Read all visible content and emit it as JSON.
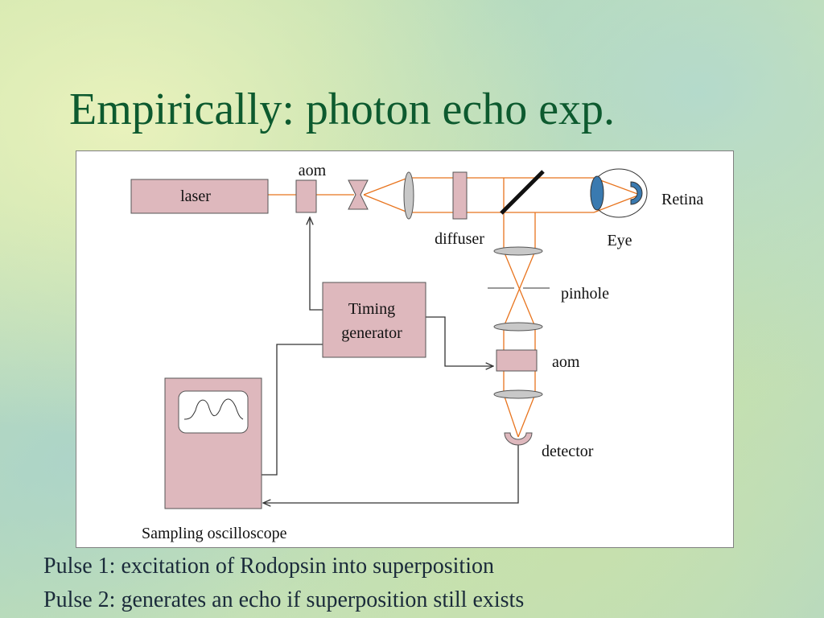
{
  "slide": {
    "title": "Empirically: photon echo exp.",
    "bullets": [
      "Pulse 1: excitation of Rodopsin into superposition",
      "Pulse 2: generates an echo if superposition still exists"
    ]
  },
  "diagram": {
    "labels": {
      "laser": "laser",
      "aom_top": "aom",
      "diffuser": "diffuser",
      "retina": "Retina",
      "eye": "Eye",
      "pinhole": "pinhole",
      "timing_generator_line1": "Timing",
      "timing_generator_line2": "generator",
      "aom_bottom": "aom",
      "detector": "detector",
      "oscilloscope": "Sampling oscilloscope"
    },
    "colors": {
      "component_fill": "#deb8bd",
      "beam": "#e8741e",
      "lens_fill": "#c8c8c8",
      "eye_blue": "#3a7ab0",
      "wire": "#333333"
    }
  }
}
